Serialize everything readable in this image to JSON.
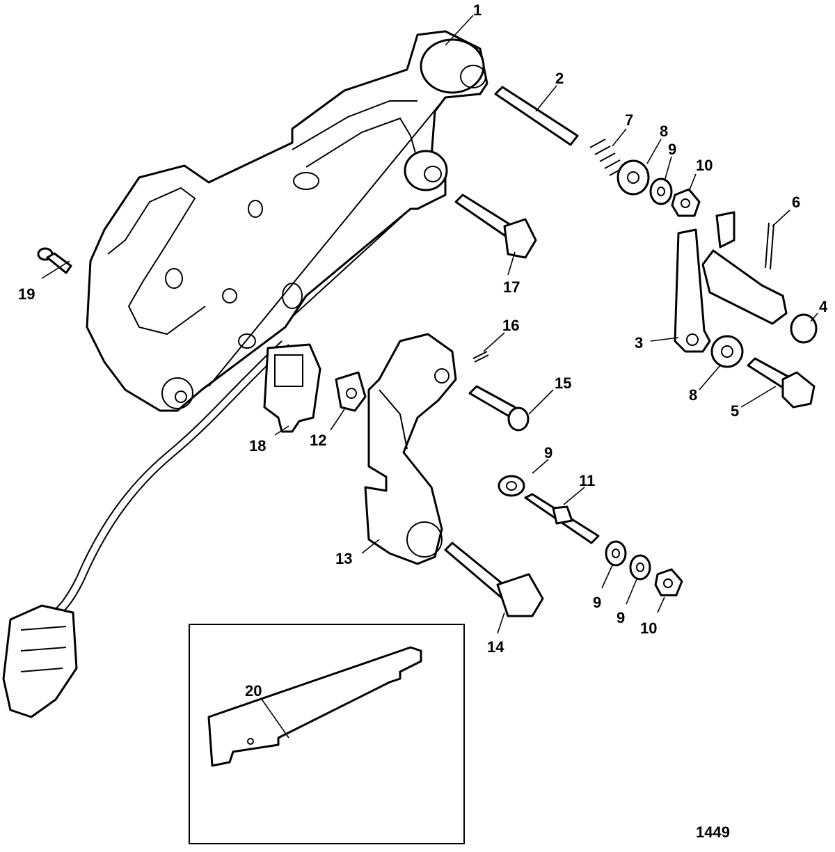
{
  "diagram": {
    "figure_number": "1449",
    "callouts": [
      "1",
      "2",
      "3",
      "4",
      "5",
      "6",
      "7",
      "8",
      "8",
      "9",
      "9",
      "9",
      "9",
      "10",
      "10",
      "11",
      "12",
      "13",
      "14",
      "15",
      "16",
      "17",
      "18",
      "19",
      "20"
    ]
  }
}
